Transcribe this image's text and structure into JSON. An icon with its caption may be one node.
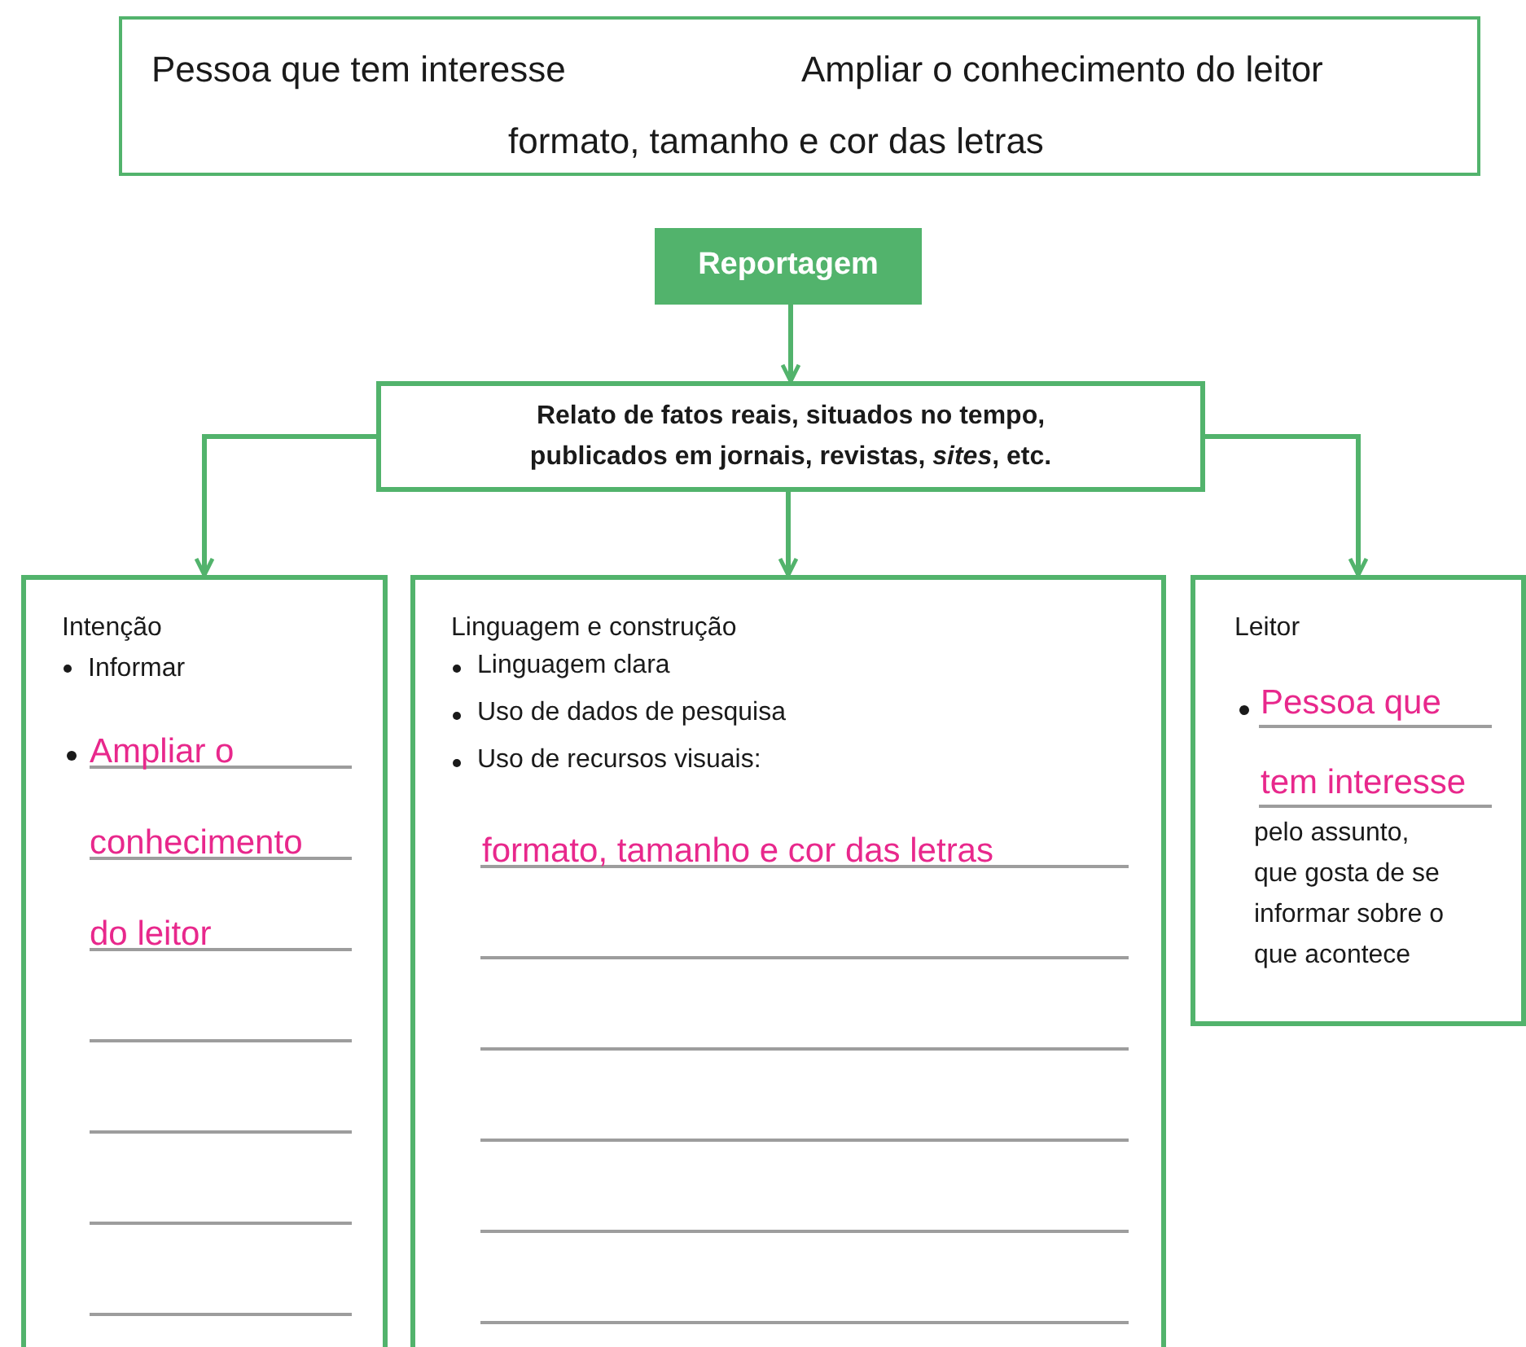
{
  "diagram": {
    "nodes": [
      {
        "text": [
          "Pessoa que tem interesse",
          "Ampliar o conhecimento do leitor",
          "formato, tamanho e cor das letras"
        ]
      },
      {
        "text": [
          "Reportagem"
        ]
      },
      {
        "text": [
          "Relato de fatos reais, situados no tempo, publicados em jornais, revistas, *sites*, etc."
        ]
      },
      {
        "text": [
          "Intenção",
          "Informar",
          "Ampliar o conhecimento do leitor"
        ]
      },
      {
        "text": [
          "Linguagem e construção",
          "Linguagem clara",
          "Uso de dados de pesquisa",
          "Uso de recursos visuais:",
          "formato, tamanho e cor das letras"
        ]
      },
      {
        "text": [
          "Leitor",
          "Pessoa que tem interesse",
          "pelo assunto, que gosta de se informar sobre o que acontece"
        ]
      }
    ],
    "edges": [
      {
        "from": 1,
        "to": 2,
        "arrow": "to"
      },
      {
        "from": 2,
        "to": 3,
        "arrow": "to"
      },
      {
        "from": 2,
        "to": 4,
        "arrow": "to"
      },
      {
        "from": 2,
        "to": 5,
        "arrow": "to"
      }
    ]
  }
}
